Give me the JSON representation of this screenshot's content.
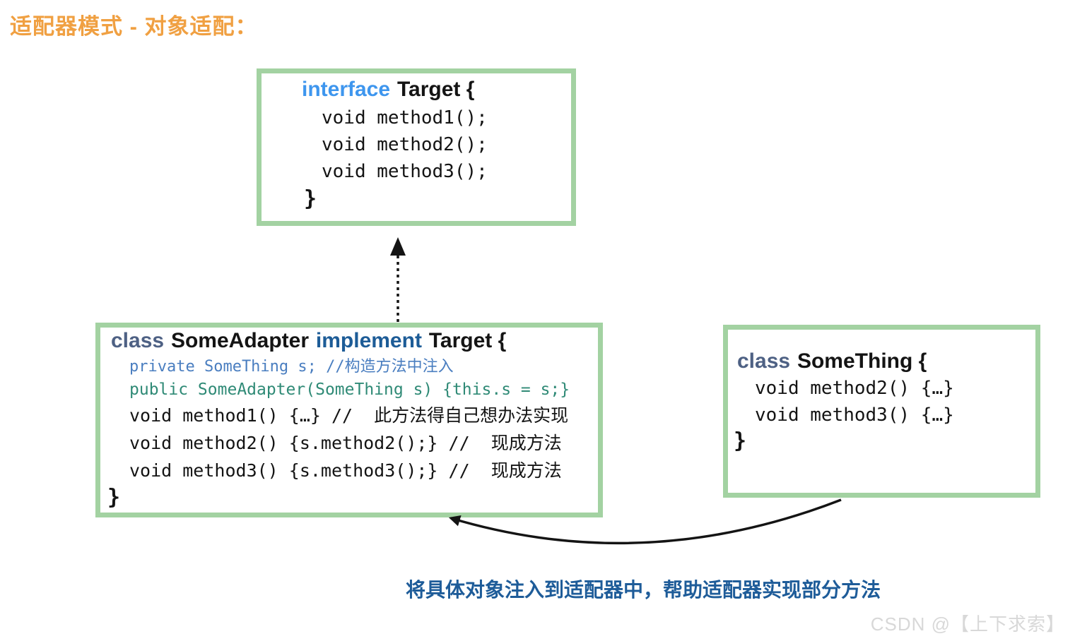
{
  "title": "适配器模式 - 对象适配：",
  "palette": {
    "title_orange": "#F0A042",
    "box_border_green": "#A3D2A2",
    "interface_blue": "#3E96EE",
    "class_slate": "#4E6184",
    "implement_navy": "#1D5C97",
    "field_blue": "#4A7EC0",
    "ctor_teal": "#2F8A76",
    "caption_blue": "#1E5C99",
    "watermark_gray": "#D8D8D8",
    "code_black": "#141414",
    "arrow_black": "#141414"
  },
  "target_box": {
    "header": {
      "keyword": "interface",
      "rest": "Target {"
    },
    "lines": [
      "void method1();",
      "void method2();",
      "void method3();"
    ],
    "close": "}"
  },
  "adapter_box": {
    "header": {
      "kw1": "class",
      "name": "SomeAdapter",
      "kw2": "implement",
      "rest": "Target {"
    },
    "field_line": "private SomeThing s; //构造方法中注入",
    "ctor_line": "public SomeAdapter(SomeThing s) {this.s = s;}",
    "method_lines": [
      "void method1() {…} //  此方法得自己想办法实现",
      "void method2() {s.method2();} //  现成方法",
      "void method3() {s.method3();} //  现成方法"
    ],
    "close": "}"
  },
  "something_box": {
    "header": {
      "keyword": "class",
      "rest": "SomeThing {"
    },
    "lines": [
      "void method2() {…}",
      "void method3() {…}"
    ],
    "close": "}"
  },
  "arrows": {
    "inheritance": "dotted-up-arrow",
    "injection": "curved-arrow-from-something-to-adapter"
  },
  "caption": "将具体对象注入到适配器中，帮助适配器实现部分方法",
  "watermark": "CSDN @【上下求索】"
}
